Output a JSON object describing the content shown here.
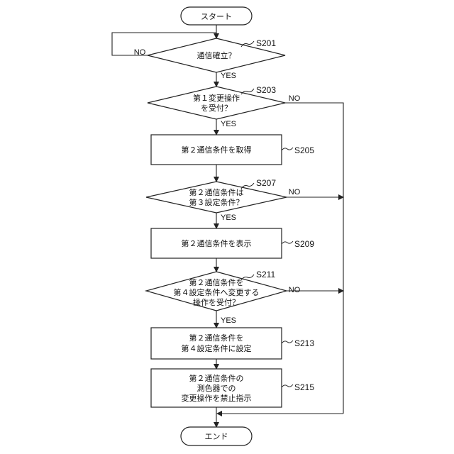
{
  "start": {
    "label": "スタート"
  },
  "s201": {
    "step": "S201",
    "lines": [
      "通信確立？"
    ],
    "yes": "YES",
    "no": "NO"
  },
  "s203": {
    "step": "S203",
    "lines": [
      "第１変更操作",
      "を受付？"
    ],
    "yes": "YES",
    "no": "NO"
  },
  "s205": {
    "step": "S205",
    "lines": [
      "第２通信条件を取得"
    ]
  },
  "s207": {
    "step": "S207",
    "lines": [
      "第２通信条件は",
      "第３設定条件？"
    ],
    "yes": "YES",
    "no": "NO"
  },
  "s209": {
    "step": "S209",
    "lines": [
      "第２通信条件を表示"
    ]
  },
  "s211": {
    "step": "S211",
    "lines": [
      "第２通信条件を",
      "第４設定条件へ変更する",
      "操作を受付？"
    ],
    "yes": "YES",
    "no": "NO"
  },
  "s213": {
    "step": "S213",
    "lines": [
      "第２通信条件を",
      "第４設定条件に設定"
    ]
  },
  "s215": {
    "step": "S215",
    "lines": [
      "第２通信条件の",
      "測色器での",
      "変更操作を禁止指示"
    ]
  },
  "end": {
    "label": "エンド"
  }
}
